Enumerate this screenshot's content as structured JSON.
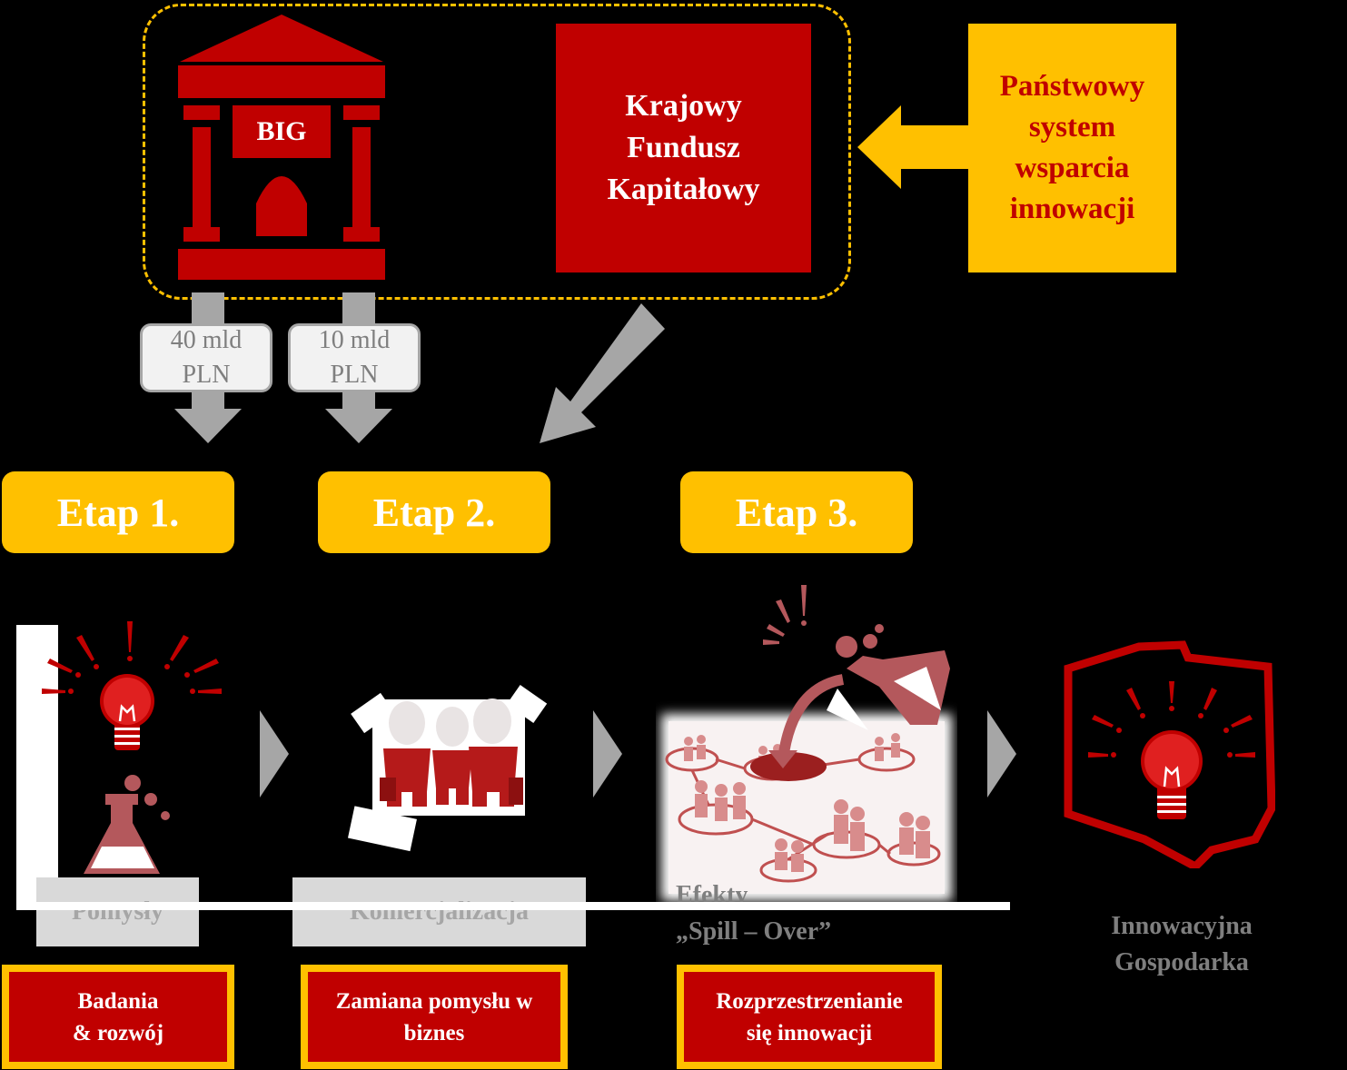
{
  "top": {
    "bank_label": "BIG",
    "fund_label": [
      "Krajowy",
      "Fundusz",
      "Kapitałowy"
    ],
    "state_system_label": [
      "Państwowy",
      "system",
      "wsparcia",
      "innowacji"
    ]
  },
  "funding": [
    {
      "line1": "40 mld",
      "line2": "PLN"
    },
    {
      "line1": "10 mld",
      "line2": "PLN"
    }
  ],
  "etapy": [
    "Etap 1.",
    "Etap 2.",
    "Etap 3."
  ],
  "stages": {
    "ideas": "Pomysły",
    "commercialization": "Komercjalizacja",
    "spill_line1": "Efekty",
    "spill_line2": "„Spill – Over”",
    "economy_line1": "Innowacyjna",
    "economy_line2": "Gospodarka"
  },
  "descriptions": [
    {
      "line1": "Badania",
      "line2": "& rozwój"
    },
    {
      "line1": "Zamiana pomysłu w",
      "line2": "biznes"
    },
    {
      "line1": "Rozprzestrzenianie",
      "line2": "się innowacji"
    }
  ],
  "colors": {
    "red": "#c00000",
    "yellow": "#ffc000",
    "gray": "#a6a6a6",
    "background": "#000000"
  },
  "icons": [
    "bank-icon",
    "lightbulb-icon",
    "flask-icon",
    "business-people-icon",
    "network-icon",
    "poland-map-icon"
  ]
}
